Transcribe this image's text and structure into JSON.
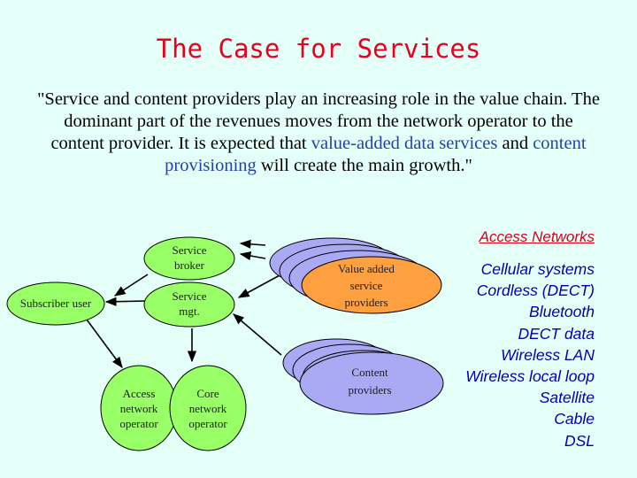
{
  "title": "The Case for Services",
  "quote": {
    "part1": "\"Service and content providers play an increasing role in the value chain. The dominant part of the revenues moves from the network operator to the content provider.  It is expected that ",
    "highlight1": "value-added data services",
    "part2": " and ",
    "highlight2": "content provisioning",
    "part3": " will create the main growth.\""
  },
  "diagram": {
    "nodes": {
      "service_broker": [
        "Service",
        "broker"
      ],
      "service_mgt": [
        "Service",
        "mgt."
      ],
      "subscriber_user": [
        "Subscriber user"
      ],
      "access_network_operator": [
        "Access",
        "network",
        "operator"
      ],
      "core_network_operator": [
        "Core",
        "network",
        "operator"
      ],
      "value_added_providers": [
        "Value added",
        "service",
        "providers"
      ],
      "content_providers": [
        "Content",
        "providers"
      ]
    }
  },
  "access_networks": {
    "title": "Access Networks",
    "items": [
      "Cellular systems",
      "Cordless (DECT)",
      "Bluetooth",
      "DECT data",
      "Wireless LAN",
      "Wireless local loop",
      "Satellite",
      "Cable",
      "DSL"
    ]
  },
  "colors": {
    "title": "#e8001c",
    "highlight": "#2540a8",
    "node_green": "#99ff66",
    "node_purple": "#aaaaf4",
    "node_orange": "#ffa040",
    "list_text": "#0000b0",
    "list_title": "#d8001c"
  }
}
